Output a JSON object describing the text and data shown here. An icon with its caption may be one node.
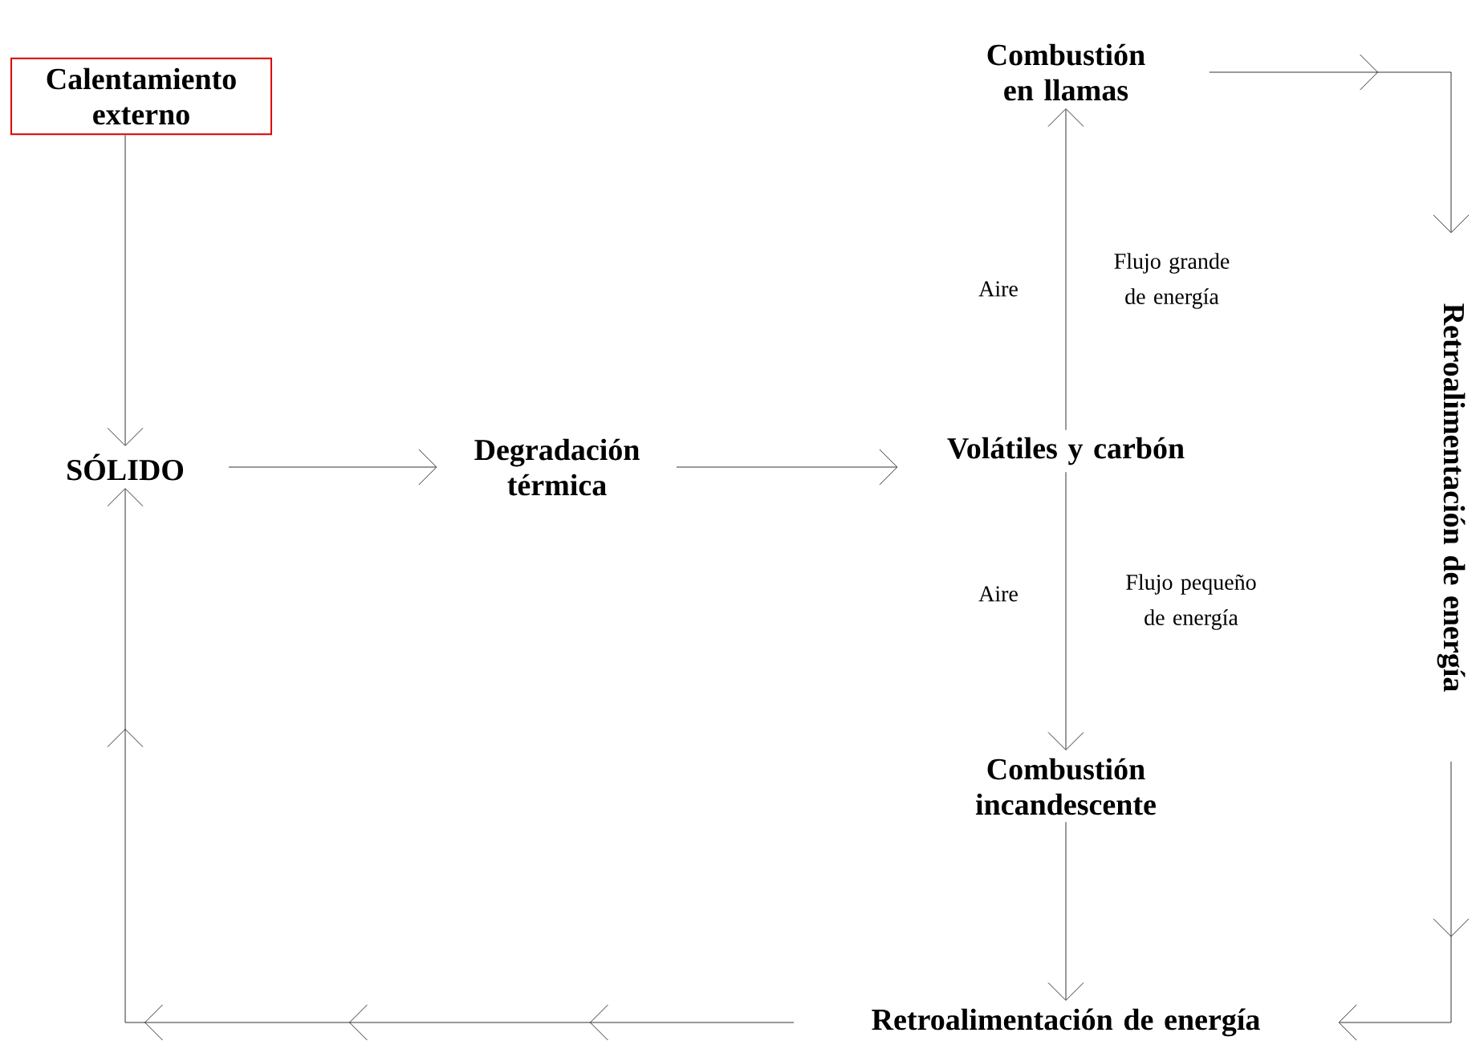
{
  "diagram": {
    "nodes": [
      {
        "text": [
          "Calentamiento externo"
        ]
      },
      {
        "text": [
          "SÓLIDO"
        ]
      },
      {
        "text": [
          "Degradación térmica"
        ]
      },
      {
        "text": [
          "Volátiles y carbón"
        ]
      },
      {
        "text": [
          "Combustión en llamas"
        ]
      },
      {
        "text": [
          "Combustión incandescente"
        ]
      },
      {
        "text": [
          "Retroalimentación de energía"
        ]
      },
      {
        "text": [
          "Retroalimentación de energía"
        ]
      }
    ],
    "edges": [
      {
        "from": 0,
        "to": 1,
        "arrow": "to"
      },
      {
        "from": 1,
        "to": 2,
        "arrow": "to"
      },
      {
        "from": 2,
        "to": 3,
        "arrow": "to"
      },
      {
        "from": 3,
        "to": 4,
        "arrow": "to"
      },
      {
        "from": 3,
        "to": 5,
        "arrow": "to"
      },
      {
        "from": 4,
        "to": 6,
        "arrow": "to"
      },
      {
        "from": 6,
        "to": 7,
        "arrow": "to"
      },
      {
        "from": 5,
        "to": 7,
        "arrow": "to"
      },
      {
        "from": 7,
        "to": 1,
        "arrow": "to"
      }
    ],
    "labels": [
      "Aire",
      "Flujo grande de energía",
      "Aire",
      "Flujo pequeño de energía"
    ]
  }
}
